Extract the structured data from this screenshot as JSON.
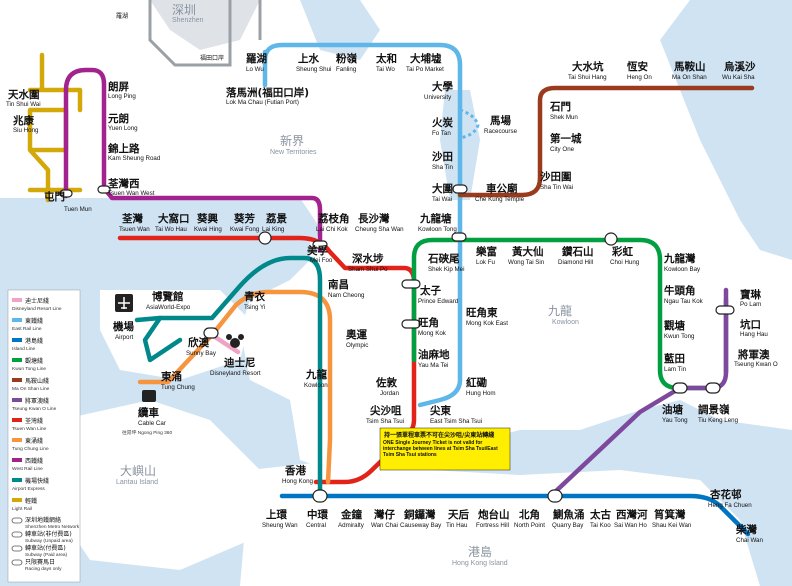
{
  "regions": {
    "shenzhen": {
      "zh": "深圳",
      "en": "Shenzhen"
    },
    "new_territories": {
      "zh": "新界",
      "en": "New Territories"
    },
    "kowloon": {
      "zh": "九龍",
      "en": "Kowloon"
    },
    "lantau": {
      "zh": "大嶼山",
      "en": "Lantau Island"
    },
    "hk_island": {
      "zh": "港島",
      "en": "Hong Kong Island"
    }
  },
  "lines": [
    {
      "key": "disneyland",
      "zh": "迪士尼綫",
      "en": "Disneyland Resort Line",
      "color": "#f0a3c4"
    },
    {
      "key": "east_rail",
      "zh": "東鐵綫",
      "en": "East Rail Line",
      "color": "#5eb7e8"
    },
    {
      "key": "island",
      "zh": "港島綫",
      "en": "Island Line",
      "color": "#0075c2"
    },
    {
      "key": "kwun_tong",
      "zh": "觀塘綫",
      "en": "Kwun Tong Line",
      "color": "#00a040"
    },
    {
      "key": "ma_on_shan",
      "zh": "馬鞍山綫",
      "en": "Ma On Shan Line",
      "color": "#9a3b1d"
    },
    {
      "key": "tseung_kwan_o",
      "zh": "將軍澳綫",
      "en": "Tseung Kwan O Line",
      "color": "#7d499d"
    },
    {
      "key": "tsuen_wan",
      "zh": "荃灣綫",
      "en": "Tsuen Wan Line",
      "color": "#e2231a"
    },
    {
      "key": "tung_chung",
      "zh": "東涌綫",
      "en": "Tung Chung Line",
      "color": "#f7943e"
    },
    {
      "key": "west_rail",
      "zh": "西鐵綫",
      "en": "West Rail Line",
      "color": "#a3238e"
    },
    {
      "key": "airport_express",
      "zh": "機場快綫",
      "en": "Airport Express",
      "color": "#00888a"
    },
    {
      "key": "light_rail",
      "zh": "輕鐵",
      "en": "Light Rail",
      "color": "#d3a809"
    }
  ],
  "legend_extra": [
    {
      "zh": "深圳地鐵網絡",
      "en": "Shenzhen Metro Network"
    },
    {
      "zh": "轉車站(非付費區)",
      "en": "Subway (Unpaid area)"
    },
    {
      "zh": "轉車站(付費區)",
      "en": "Subway (Paid area)"
    },
    {
      "zh": "只限賽馬日",
      "en": "Racing days only"
    }
  ],
  "notice": {
    "zh": "持一張單程車票不可在尖沙咀/尖東站轉綫",
    "en": "ONE Single Journey Ticket is not valid for interchange between lines at Tsim Sha Tsui/East Tsim Sha Tsui stations"
  },
  "cable_car": {
    "zh": "纜車",
    "en": "Cable Car",
    "note": "往昂坪 Ngong Ping 360"
  },
  "shenzhen_stations": [
    "羅湖",
    "福田口岸"
  ],
  "stations": [
    {
      "key": "lo_wu",
      "zh": "羅湖",
      "en": "Lo Wu"
    },
    {
      "key": "lok_ma_chau",
      "zh": "落馬洲(福田口岸)",
      "en": "Lok Ma Chau (Futian Port)"
    },
    {
      "key": "sheung_shui",
      "zh": "上水",
      "en": "Sheung Shui"
    },
    {
      "key": "fanling",
      "zh": "粉嶺",
      "en": "Fanling"
    },
    {
      "key": "tai_wo",
      "zh": "太和",
      "en": "Tai Wo"
    },
    {
      "key": "tai_po_market",
      "zh": "大埔墟",
      "en": "Tai Po Market"
    },
    {
      "key": "university",
      "zh": "大學",
      "en": "University"
    },
    {
      "key": "racecourse",
      "zh": "馬場",
      "en": "Racecourse"
    },
    {
      "key": "fo_tan",
      "zh": "火炭",
      "en": "Fo Tan"
    },
    {
      "key": "sha_tin",
      "zh": "沙田",
      "en": "Sha Tin"
    },
    {
      "key": "tai_wai",
      "zh": "大圍",
      "en": "Tai Wai"
    },
    {
      "key": "che_kung_temple",
      "zh": "車公廟",
      "en": "Che Kung Temple"
    },
    {
      "key": "sha_tin_wai",
      "zh": "沙田圍",
      "en": "Sha Tin Wai"
    },
    {
      "key": "city_one",
      "zh": "第一城",
      "en": "City One"
    },
    {
      "key": "shek_mun",
      "zh": "石門",
      "en": "Shek Mun"
    },
    {
      "key": "tai_shui_hang",
      "zh": "大水坑",
      "en": "Tai Shui Hang"
    },
    {
      "key": "heng_on",
      "zh": "恆安",
      "en": "Heng On"
    },
    {
      "key": "ma_on_shan",
      "zh": "馬鞍山",
      "en": "Ma On Shan"
    },
    {
      "key": "wu_kai_sha",
      "zh": "烏溪沙",
      "en": "Wu Kai Sha"
    },
    {
      "key": "tin_shui_wai",
      "zh": "天水圍",
      "en": "Tin Shui Wai"
    },
    {
      "key": "siu_hong",
      "zh": "兆康",
      "en": "Siu Hong"
    },
    {
      "key": "long_ping",
      "zh": "朗屏",
      "en": "Long Ping"
    },
    {
      "key": "yuen_long",
      "zh": "元朗",
      "en": "Yuen Long"
    },
    {
      "key": "kam_sheung_road",
      "zh": "錦上路",
      "en": "Kam Sheung Road"
    },
    {
      "key": "tuen_mun",
      "zh": "屯門",
      "en": "Tuen Mun"
    },
    {
      "key": "tsuen_wan_west",
      "zh": "荃灣西",
      "en": "Tsuen Wan West"
    },
    {
      "key": "tsuen_wan",
      "zh": "荃灣",
      "en": "Tsuen Wan"
    },
    {
      "key": "tai_wo_hau",
      "zh": "大窩口",
      "en": "Tai Wo Hau"
    },
    {
      "key": "kwai_hing",
      "zh": "葵興",
      "en": "Kwai Hing"
    },
    {
      "key": "kwai_fong",
      "zh": "葵芳",
      "en": "Kwai Fong"
    },
    {
      "key": "lai_king",
      "zh": "荔景",
      "en": "Lai King"
    },
    {
      "key": "lai_chi_kok",
      "zh": "荔枝角",
      "en": "Lai Chi Kok"
    },
    {
      "key": "cheung_sha_wan",
      "zh": "長沙灣",
      "en": "Cheung Sha Wan"
    },
    {
      "key": "kowloon_tong",
      "zh": "九龍塘",
      "en": "Kowloon Tong"
    },
    {
      "key": "mei_foo",
      "zh": "美孚",
      "en": "Mei Foo"
    },
    {
      "key": "sham_shui_po",
      "zh": "深水埗",
      "en": "Sham Shui Po"
    },
    {
      "key": "nam_cheong",
      "zh": "南昌",
      "en": "Nam Cheong"
    },
    {
      "key": "shek_kip_mei",
      "zh": "石硤尾",
      "en": "Shek Kip Mei"
    },
    {
      "key": "lok_fu",
      "zh": "樂富",
      "en": "Lok Fu"
    },
    {
      "key": "wong_tai_sin",
      "zh": "黃大仙",
      "en": "Wong Tai Sin"
    },
    {
      "key": "diamond_hill",
      "zh": "鑽石山",
      "en": "Diamond Hill"
    },
    {
      "key": "choi_hung",
      "zh": "彩虹",
      "en": "Choi Hung"
    },
    {
      "key": "kowloon_bay",
      "zh": "九龍灣",
      "en": "Kowloon Bay"
    },
    {
      "key": "ngau_tau_kok",
      "zh": "牛頭角",
      "en": "Ngau Tau Kok"
    },
    {
      "key": "kwun_tong",
      "zh": "觀塘",
      "en": "Kwun Tong"
    },
    {
      "key": "lam_tin",
      "zh": "藍田",
      "en": "Lam Tin"
    },
    {
      "key": "yau_tong",
      "zh": "油塘",
      "en": "Yau Tong"
    },
    {
      "key": "tiu_keng_leng",
      "zh": "調景嶺",
      "en": "Tiu Keng Leng"
    },
    {
      "key": "po_lam",
      "zh": "寶琳",
      "en": "Po Lam"
    },
    {
      "key": "hang_hau",
      "zh": "坑口",
      "en": "Hang Hau"
    },
    {
      "key": "tseung_kwan_o",
      "zh": "將軍澳",
      "en": "Tseung Kwan O"
    },
    {
      "key": "prince_edward",
      "zh": "太子",
      "en": "Prince Edward"
    },
    {
      "key": "mong_kok",
      "zh": "旺角",
      "en": "Mong Kok"
    },
    {
      "key": "mong_kok_east",
      "zh": "旺角東",
      "en": "Mong Kok East"
    },
    {
      "key": "yau_ma_tei",
      "zh": "油麻地",
      "en": "Yau Ma Tei"
    },
    {
      "key": "jordan",
      "zh": "佐敦",
      "en": "Jordan"
    },
    {
      "key": "hung_hom",
      "zh": "紅磡",
      "en": "Hung Hom"
    },
    {
      "key": "tsim_sha_tsui",
      "zh": "尖沙咀",
      "en": "Tsim Sha Tsui"
    },
    {
      "key": "east_tsim_sha_tsui",
      "zh": "尖東",
      "en": "East Tsim Sha Tsui"
    },
    {
      "key": "olympic",
      "zh": "奧運",
      "en": "Olympic"
    },
    {
      "key": "kowloon",
      "zh": "九龍",
      "en": "Kowloon"
    },
    {
      "key": "tsing_yi",
      "zh": "青衣",
      "en": "Tsing Yi"
    },
    {
      "key": "asiaworld_expo",
      "zh": "博覽館",
      "en": "AsiaWorld-Expo"
    },
    {
      "key": "airport",
      "zh": "機場",
      "en": "Airport"
    },
    {
      "key": "sunny_bay",
      "zh": "欣澳",
      "en": "Sunny Bay"
    },
    {
      "key": "tung_chung",
      "zh": "東涌",
      "en": "Tung Chung"
    },
    {
      "key": "disneyland_resort",
      "zh": "迪士尼",
      "en": "Disneyland Resort"
    },
    {
      "key": "hong_kong",
      "zh": "香港",
      "en": "Hong Kong"
    },
    {
      "key": "sheung_wan",
      "zh": "上環",
      "en": "Sheung Wan"
    },
    {
      "key": "central",
      "zh": "中環",
      "en": "Central"
    },
    {
      "key": "admiralty",
      "zh": "金鐘",
      "en": "Admiralty"
    },
    {
      "key": "wan_chai",
      "zh": "灣仔",
      "en": "Wan Chai"
    },
    {
      "key": "causeway_bay",
      "zh": "銅鑼灣",
      "en": "Causeway Bay"
    },
    {
      "key": "tin_hau",
      "zh": "天后",
      "en": "Tin Hau"
    },
    {
      "key": "fortress_hill",
      "zh": "炮台山",
      "en": "Fortress Hill"
    },
    {
      "key": "north_point",
      "zh": "北角",
      "en": "North Point"
    },
    {
      "key": "quarry_bay",
      "zh": "鰂魚涌",
      "en": "Quarry Bay"
    },
    {
      "key": "tai_koo",
      "zh": "太古",
      "en": "Tai Koo"
    },
    {
      "key": "sai_wan_ho",
      "zh": "西灣河",
      "en": "Sai Wan Ho"
    },
    {
      "key": "shau_kei_wan",
      "zh": "筲箕灣",
      "en": "Shau Kei Wan"
    },
    {
      "key": "heng_fa_chuen",
      "zh": "杏花邨",
      "en": "Heng Fa Chuen"
    },
    {
      "key": "chai_wan",
      "zh": "柴灣",
      "en": "Chai Wan"
    }
  ]
}
